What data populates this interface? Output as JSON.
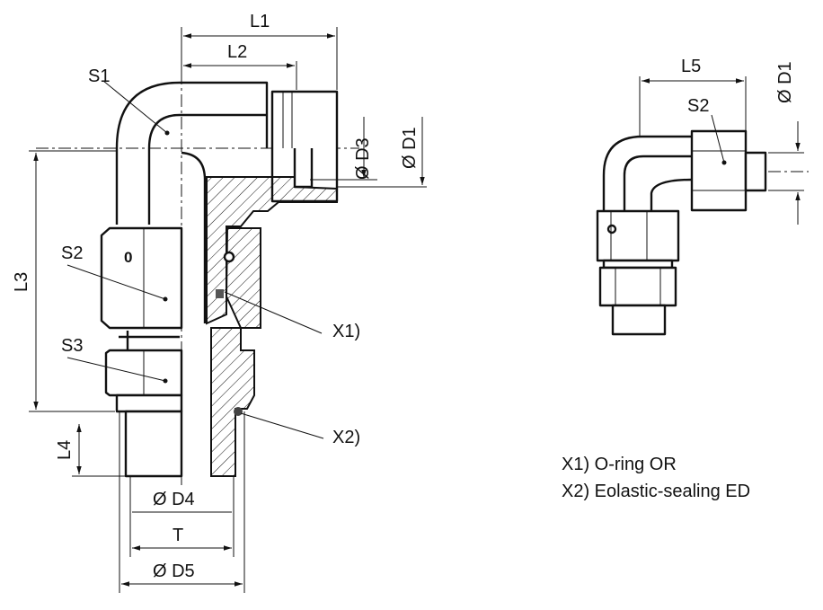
{
  "labels": {
    "L1": "L1",
    "L2": "L2",
    "L3": "L3",
    "L4": "L4",
    "L5": "L5",
    "S1": "S1",
    "S2": "S2",
    "S3": "S3",
    "S2_small": "S2",
    "D1": "Ø D1",
    "D3": "Ø D3",
    "D4": "Ø D4",
    "D5": "Ø D5",
    "T": "T",
    "D1_small": "Ø D1",
    "X1": "X1)",
    "X2": "X2)",
    "hex_mark": "0"
  },
  "legend": [
    "X1) O-ring OR",
    "X2) Eolastic-sealing ED"
  ]
}
